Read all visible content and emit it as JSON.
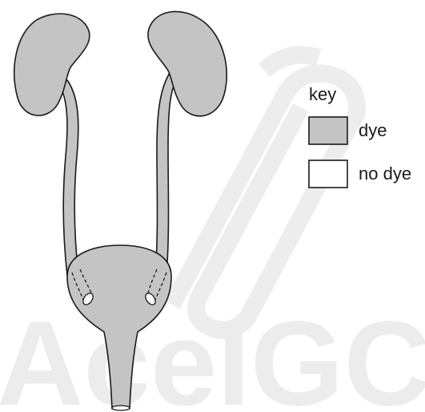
{
  "key": {
    "title": "key",
    "items": [
      {
        "label": "dye",
        "color": "#c4c4c4"
      },
      {
        "label": "no dye",
        "color": "#ffffff"
      }
    ]
  },
  "watermark": {
    "text": "AceIGCSE"
  },
  "colors": {
    "dye": "#c4c4c4",
    "no_dye": "#ffffff",
    "outline": "#1a1a1a",
    "watermark": "#ececec"
  }
}
